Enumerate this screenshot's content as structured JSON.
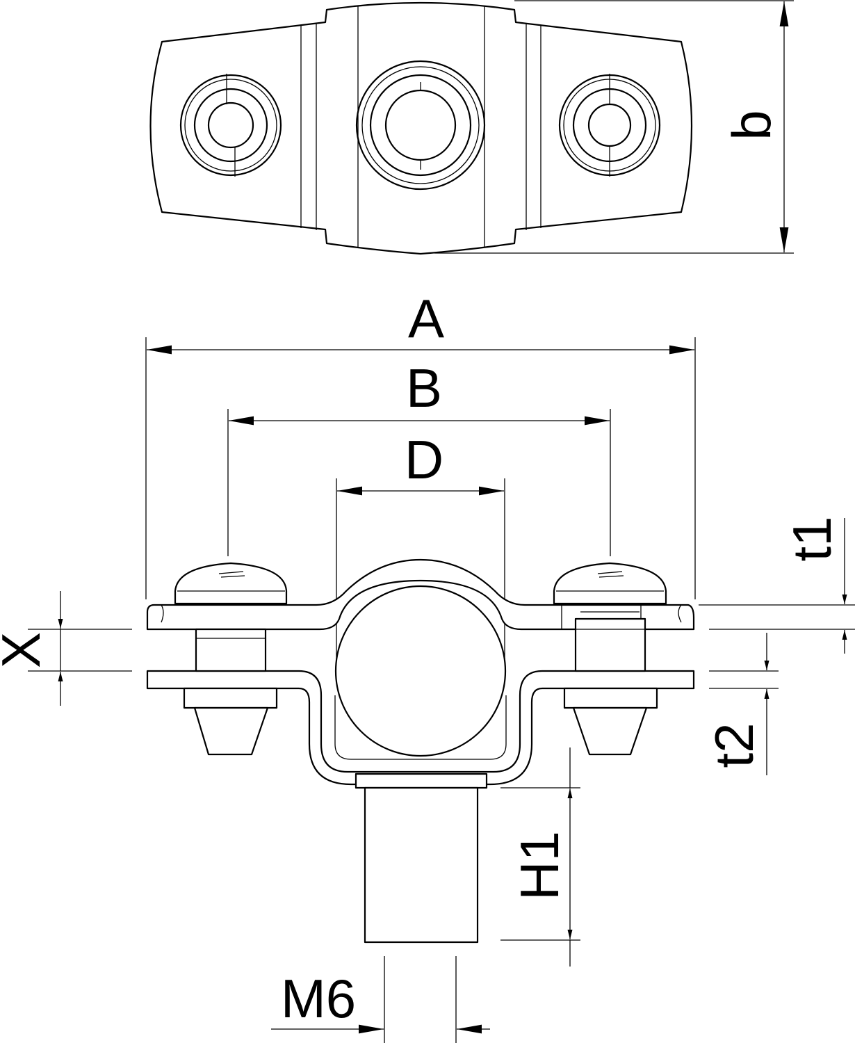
{
  "title": "Pipe clamp with M6 connection – dimension drawing",
  "colors": {
    "line": "#000000",
    "background": "#ffffff"
  },
  "dimensions": {
    "b": "b",
    "A": "A",
    "B": "B",
    "D": "D",
    "t1": "t1",
    "X": "X",
    "t2": "t2",
    "H1": "H1",
    "M6": "M6"
  }
}
